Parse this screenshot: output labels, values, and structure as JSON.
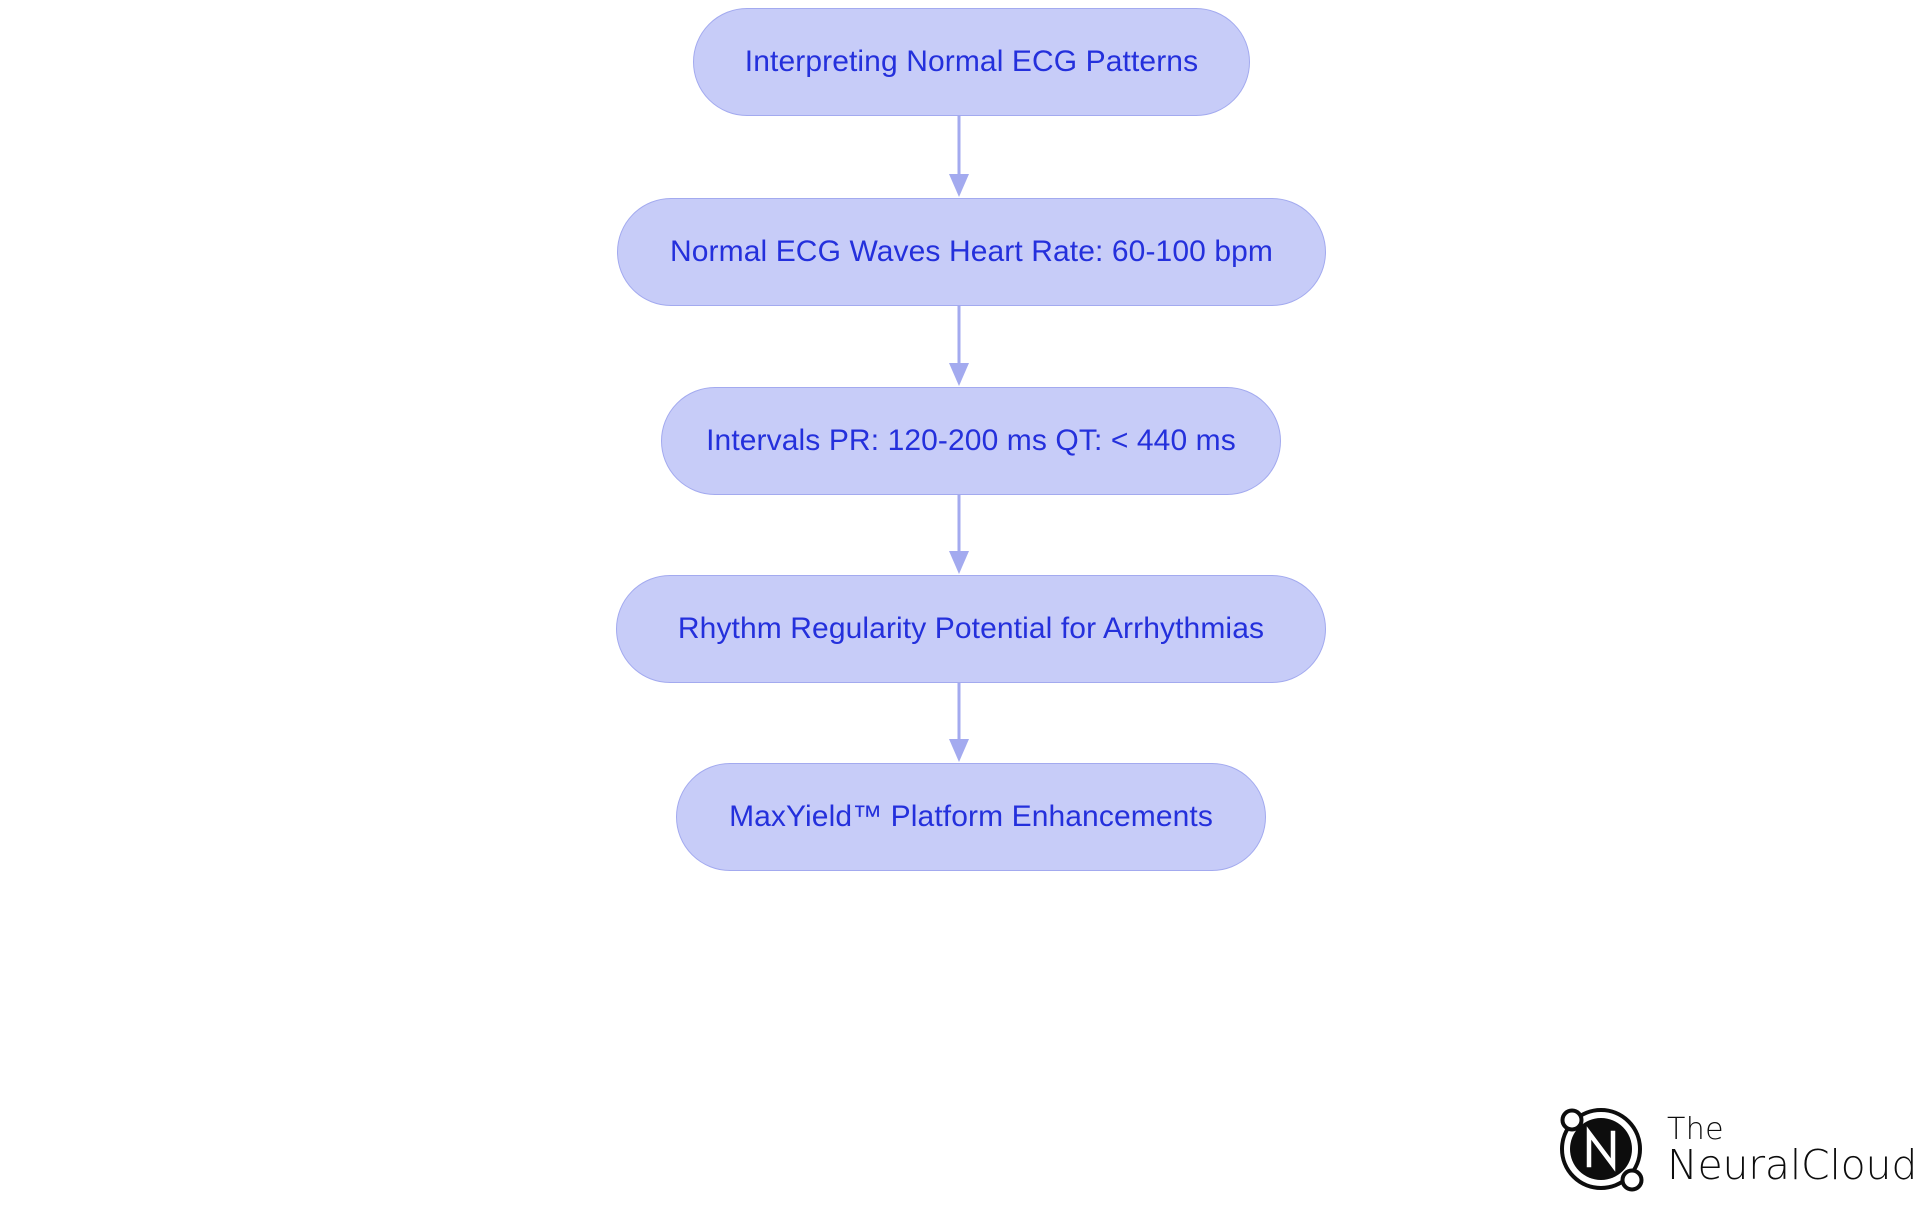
{
  "diagram": {
    "type": "flowchart",
    "orientation": "top-to-bottom",
    "node_fill": "#c7ccf8",
    "node_border": "#a3aaef",
    "node_text_color": "#2430dc",
    "arrow_color": "#a3aaef",
    "background": "#ffffff",
    "nodes": [
      {
        "id": "n0",
        "label": "Interpreting Normal ECG Patterns"
      },
      {
        "id": "n1",
        "label": "Normal ECG Waves Heart Rate: 60-100 bpm"
      },
      {
        "id": "n2",
        "label": "Intervals PR: 120-200 ms QT: < 440 ms"
      },
      {
        "id": "n3",
        "label": "Rhythm Regularity Potential for Arrhythmias"
      },
      {
        "id": "n4",
        "label": "MaxYield™ Platform Enhancements"
      }
    ],
    "edges": [
      {
        "from": "n0",
        "to": "n1",
        "label": ""
      },
      {
        "from": "n1",
        "to": "n2",
        "label": ""
      },
      {
        "from": "n2",
        "to": "n3",
        "label": ""
      },
      {
        "from": "n3",
        "to": "n4",
        "label": ""
      }
    ]
  },
  "logo": {
    "line1": "The",
    "line2": "NeuralCloud",
    "mark_letter": "N",
    "mark_color": "#0d0d0d"
  }
}
